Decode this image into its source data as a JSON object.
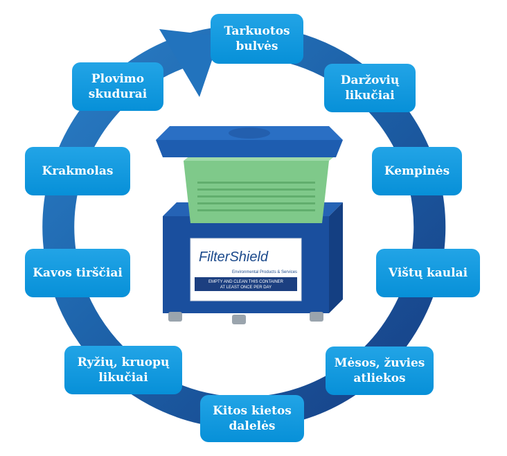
{
  "labels": {
    "tarkuotos": "Tarkuotos\nbulvės",
    "darzoviu": "Daržovių\nlikučiai",
    "kempines": "Kempinės",
    "vistu": "Vištų kaulai",
    "mesos": "Mėsos, žuvies\natliekos",
    "kitos": "Kitos kietos\ndalelės",
    "ryziu": "Ryžių, kruopų\nlikučiai",
    "kavos": "Kavos tirščiai",
    "krakmolas": "Krakmolas",
    "plovimo": "Plovimo\nskudurai"
  },
  "product": {
    "brand": "FilterShield",
    "tagline": "Environmental Products & Services",
    "notice_line1": "EMPTY AND CLEAN THIS CONTAINER",
    "notice_line2": "AT LEAST ONCE PER DAY"
  },
  "colors": {
    "ring": "#1c63a8",
    "box": "#0a93da",
    "container": "#1a4f9e",
    "basket": "#7fc98a"
  }
}
